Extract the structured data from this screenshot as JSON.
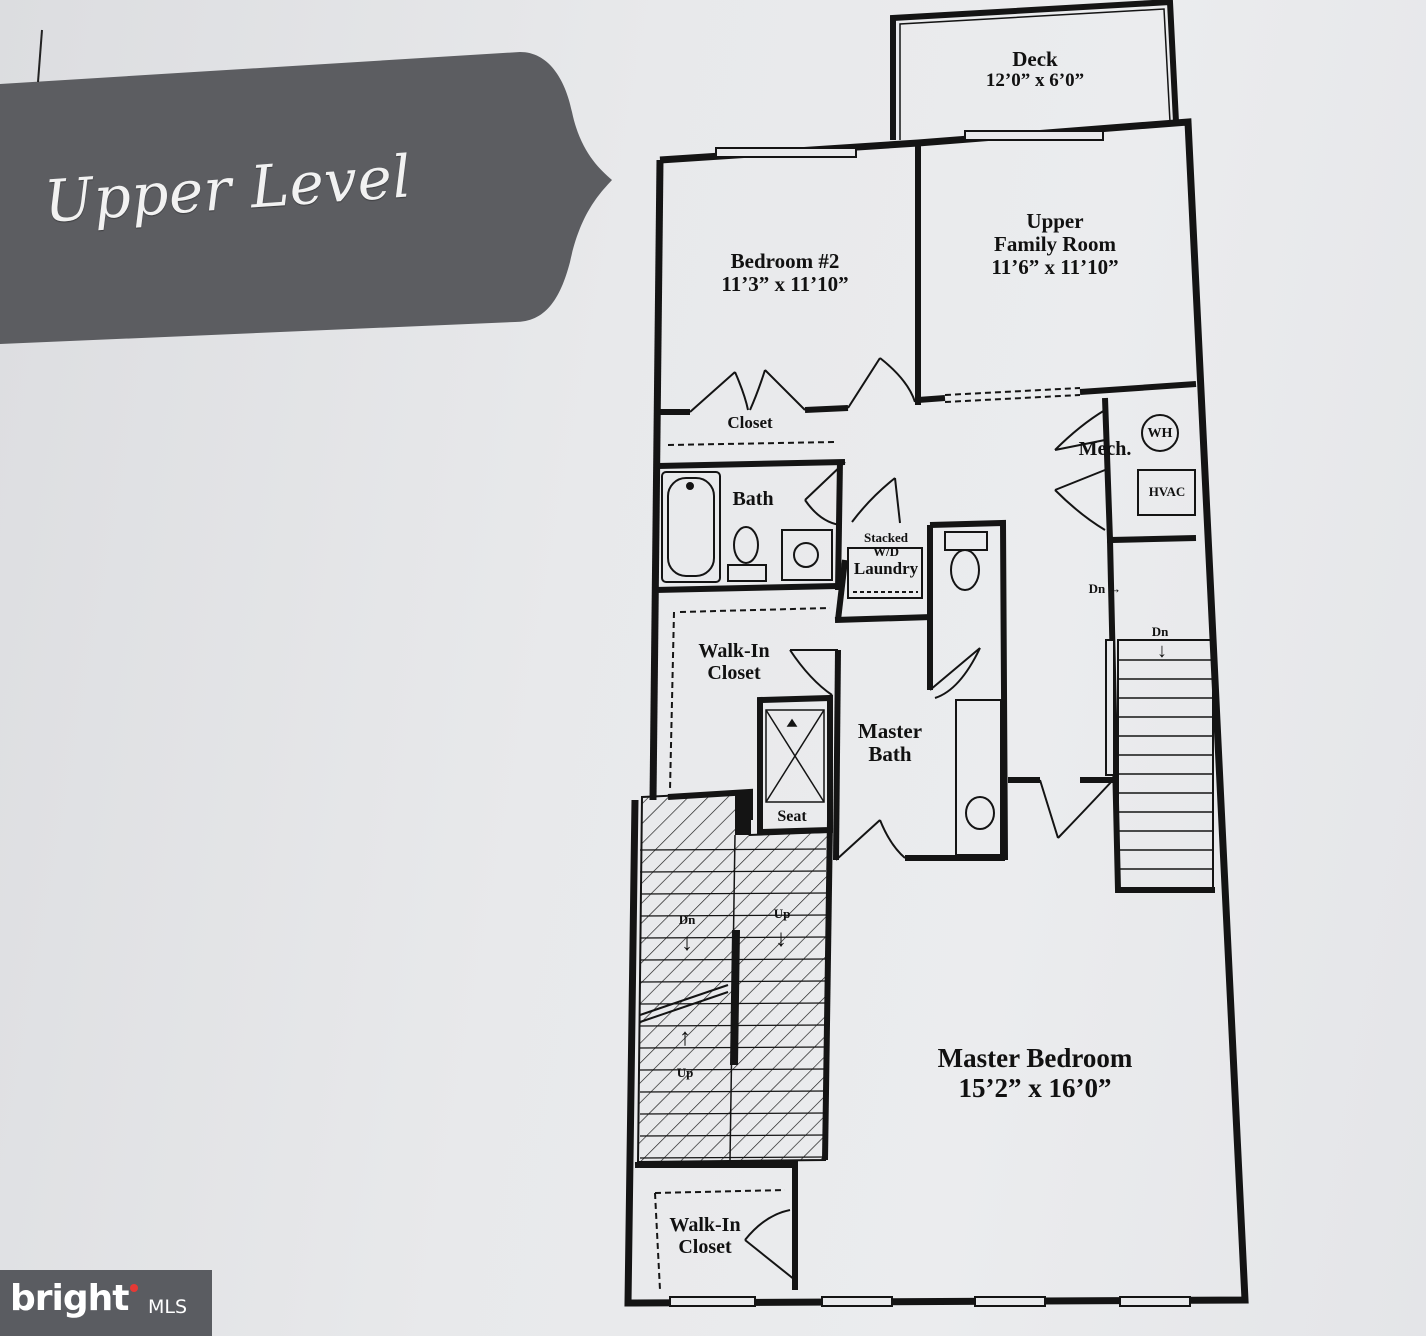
{
  "banner": {
    "title": "Upper Level"
  },
  "rooms": {
    "deck": {
      "name": "Deck",
      "size": "12’0” x 6’0”"
    },
    "bedroom2": {
      "name": "Bedroom #2",
      "size": "11’3” x 11’10”"
    },
    "upper_family_room": {
      "line1": "Upper",
      "line2": "Family Room",
      "size": "11’6” x 11’10”"
    },
    "closet": {
      "name": "Closet"
    },
    "mech": {
      "name": "Mech.",
      "wh": "WH",
      "hvac": "HVAC"
    },
    "bath": {
      "name": "Bath"
    },
    "laundry": {
      "line1": "Stacked",
      "line2": "W/D",
      "line3": "Laundry"
    },
    "walkin_closet_upper": {
      "line1": "Walk-In",
      "line2": "Closet"
    },
    "master_bath": {
      "line1": "Master",
      "line2": "Bath"
    },
    "seat": {
      "name": "Seat"
    },
    "master_bedroom": {
      "name": "Master Bedroom",
      "size": "15’2” x 16’0”"
    },
    "walkin_closet_lower": {
      "line1": "Walk-In",
      "line2": "Closet"
    }
  },
  "stairs": {
    "right_dn_arrow": "Dn →",
    "right_dn": "Dn",
    "left_dn": "Dn",
    "left_up_top": "Up",
    "left_up_bottom": "Up"
  },
  "watermark": {
    "brand": "bright",
    "suffix": "MLS"
  },
  "colors": {
    "wall": "#141414",
    "paper": "#e8e9eb",
    "banner": "#5c5d61",
    "logo_bg": "#5a5c61",
    "logo_dot": "#e53935"
  }
}
